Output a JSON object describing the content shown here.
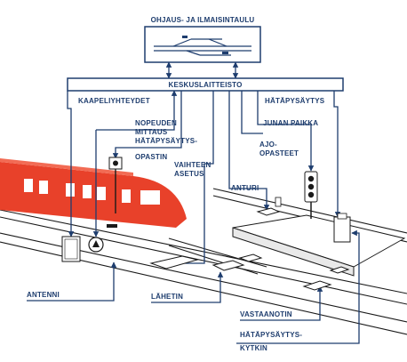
{
  "colors": {
    "line": "#1e3d6e",
    "fill": "#ffffff",
    "train": "#e8412a",
    "outline": "#1a1a1a"
  },
  "control_panel": {
    "title": "OHJAUS- JA ILMAISINTAULU"
  },
  "central": {
    "label": "KESKUSLAITTEISTO"
  },
  "labels": {
    "cable": "KAAPELIYHTEYDET",
    "speed_1": "NOPEUDEN",
    "speed_2": "MITTAUS",
    "estop_signal_1": "HÄTÄPYSÄYTYS-",
    "estop_signal_2": "OPASTIN",
    "switch_1": "VAIHTEEN",
    "switch_2": "ASETUS",
    "train_position": "JUNAN PAIKKA",
    "driving_signals_1": "AJO-",
    "driving_signals_2": "OPASTEET",
    "emergency_stop": "HÄTÄPYSÄYTYS",
    "sensor": "ANTURI",
    "antenna": "ANTENNI",
    "transmitter": "LÄHETIN",
    "receiver": "VASTAANOTIN",
    "estop_switch_1": "HÄTÄPYSÄYTYS-",
    "estop_switch_2": "KYTKIN"
  }
}
